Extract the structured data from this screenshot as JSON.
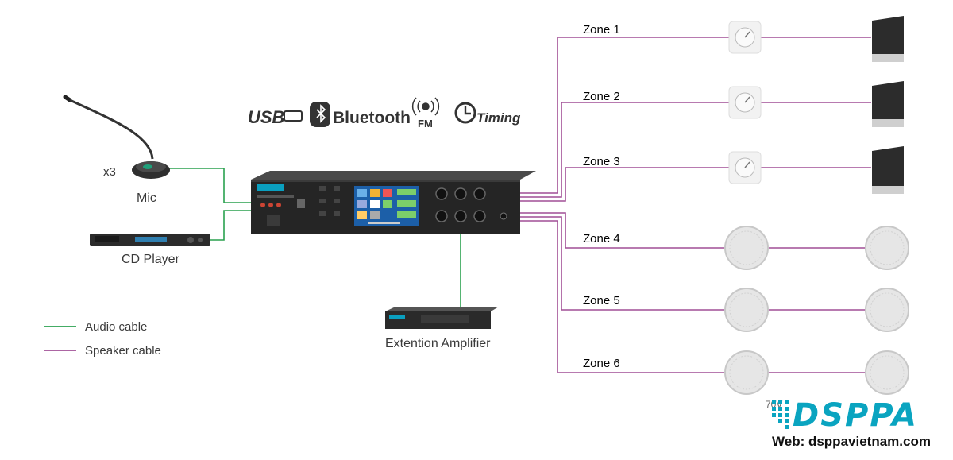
{
  "features": {
    "usb": "USB",
    "bluetooth": "Bluetooth",
    "fm": "FM",
    "timing": "Timing"
  },
  "sources": {
    "mic_count": "x3",
    "mic_label": "Mic",
    "cd_label": "CD Player"
  },
  "extension_label": "Extention Amplifier",
  "legend": [
    {
      "label": "Audio cable",
      "color": "#2aa14f"
    },
    {
      "label": "Speaker cable",
      "color": "#a14f96"
    }
  ],
  "zones": [
    {
      "label": "Zone 1",
      "speaker": "wall"
    },
    {
      "label": "Zone 2",
      "speaker": "wall"
    },
    {
      "label": "Zone 3",
      "speaker": "wall"
    },
    {
      "label": "Zone 4",
      "speaker": "ceiling"
    },
    {
      "label": "Zone 5",
      "speaker": "ceiling"
    },
    {
      "label": "Zone 6",
      "speaker": "ceiling"
    }
  ],
  "stray_text": "70V",
  "brand": {
    "name": "DSPPA",
    "web": "Web: dsppavietnam.com",
    "color": "#0aa4c0"
  },
  "colors": {
    "audio_cable": "#2aa14f",
    "speaker_cable": "#a14f96"
  }
}
